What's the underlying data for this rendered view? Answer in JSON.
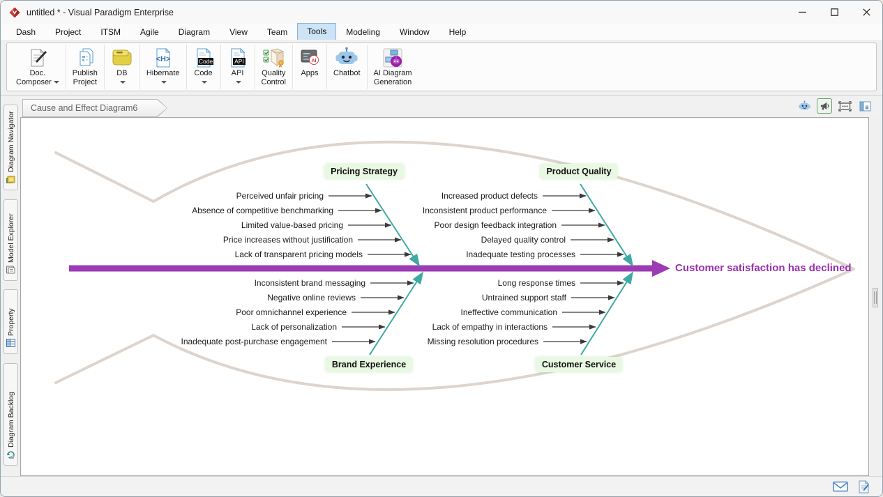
{
  "window": {
    "title": "untitled * - Visual Paradigm Enterprise"
  },
  "menu": {
    "items": [
      "Dash",
      "Project",
      "ITSM",
      "Agile",
      "Diagram",
      "View",
      "Team",
      "Tools",
      "Modeling",
      "Window",
      "Help"
    ],
    "active": "Tools"
  },
  "toolbar": {
    "items": [
      {
        "line1": "Doc.",
        "line2": "Composer",
        "chevron": true,
        "icon": "doc-composer-icon"
      },
      {
        "line1": "Publish",
        "line2": "Project",
        "chevron": false,
        "icon": "publish-project-icon"
      },
      {
        "line1": "DB",
        "line2": "",
        "chevron": true,
        "icon": "db-icon"
      },
      {
        "line1": "Hibernate",
        "line2": "",
        "chevron": true,
        "icon": "hibernate-icon"
      },
      {
        "line1": "Code",
        "line2": "",
        "chevron": true,
        "icon": "code-icon"
      },
      {
        "line1": "API",
        "line2": "",
        "chevron": true,
        "icon": "api-icon"
      },
      {
        "line1": "Quality",
        "line2": "Control",
        "chevron": false,
        "icon": "quality-control-icon"
      },
      {
        "line1": "Apps",
        "line2": "",
        "chevron": false,
        "icon": "apps-icon"
      },
      {
        "line1": "Chatbot",
        "line2": "",
        "chevron": false,
        "icon": "chatbot-icon"
      },
      {
        "line1": "AI Diagram",
        "line2": "Generation",
        "chevron": false,
        "icon": "ai-diagram-generation-icon"
      }
    ],
    "badges": {
      "code": "Code",
      "api": "API",
      "hibernate": "<H>",
      "apps_ai": "AI"
    }
  },
  "sidebar": {
    "tabs": [
      {
        "label": "Diagram Navigator"
      },
      {
        "label": "Model Explorer"
      },
      {
        "label": "Property"
      },
      {
        "label": "Diagram Backlog"
      }
    ]
  },
  "tabbar": {
    "active_tab": "Cause and Effect Diagram6"
  },
  "diagram": {
    "type": "cause-and-effect-fishbone",
    "effect": "Customer satisfaction has declined",
    "colors": {
      "spine": "#9c3bb3",
      "bone": "#3fa9a4",
      "effect_text": "#9b2fae",
      "category_bg": "#e9f8e2",
      "fish_outline": "#ddd4cd",
      "cause_arrow": "#3a3a3a"
    },
    "categories": [
      {
        "name": "Pricing Strategy",
        "position": "top-left",
        "causes": [
          "Perceived unfair pricing",
          "Absence of competitive benchmarking",
          "Limited value-based pricing",
          "Price increases without justification",
          "Lack of transparent pricing models"
        ]
      },
      {
        "name": "Product Quality",
        "position": "top-right",
        "causes": [
          "Increased product defects",
          "Inconsistent product performance",
          "Poor design feedback integration",
          "Delayed quality control",
          "Inadequate testing processes"
        ]
      },
      {
        "name": "Brand Experience",
        "position": "bottom-left",
        "causes": [
          "Inconsistent brand messaging",
          "Negative online reviews",
          "Poor omnichannel experience",
          "Lack of personalization",
          "Inadequate post-purchase engagement"
        ]
      },
      {
        "name": "Customer Service",
        "position": "bottom-right",
        "causes": [
          "Long response times",
          "Untrained support staff",
          "Ineffective communication",
          "Lack of empathy in interactions",
          "Missing resolution procedures"
        ]
      }
    ]
  }
}
